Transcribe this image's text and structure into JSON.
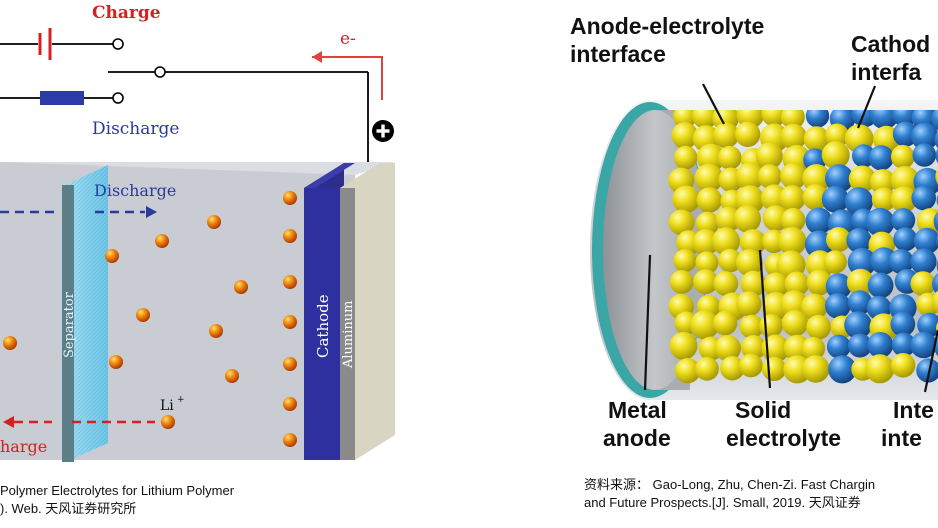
{
  "left_figure": {
    "labels": {
      "charge": "Charge",
      "discharge": "Discharge",
      "electron": "e-",
      "plus": "+",
      "discharge_arrow": "Discharge",
      "charge_arrow": "harge",
      "separator": "Separator",
      "cathode": "Cathode",
      "aluminum": "Aluminum",
      "li_ion": "Li",
      "li_sup": "+"
    },
    "caption_lines": [
      "Polymer Electrolytes for Lithium Polymer",
      "). Web. 天风证券研究所"
    ],
    "colors": {
      "charge_red": "#d42020",
      "discharge_blue": "#2a3a9a",
      "cathode": "#2c2d8c",
      "separator": "#7fd0f0",
      "cell": "#c9ccd2",
      "aluminum": "#8a8a8a"
    }
  },
  "right_figure": {
    "labels": {
      "anode_interface_1": "Anode-electrolyte",
      "anode_interface_2": "interface",
      "cathode_interface_1": "Cathod",
      "cathode_interface_2": "interfa",
      "metal_1": "Metal",
      "metal_2": "anode",
      "solid_1": "Solid",
      "solid_2": "electrolyte",
      "inter_1": "Inte",
      "inter_2": "inte"
    },
    "caption_lines": [
      "资料来源： Gao-Long, Zhu, Chen-Zi. Fast Chargin",
      "and Future Prospects.[J]. Small, 2019. 天风证券"
    ],
    "colors": {
      "yellow_particle": "#f0e020",
      "blue_particle": "#2f7fcf",
      "shell": "#cfd3d8",
      "anode_ring": "#2fb0b0"
    }
  }
}
